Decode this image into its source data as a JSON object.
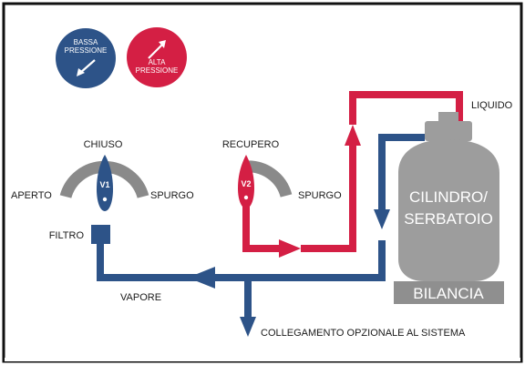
{
  "colors": {
    "blue": "#2d5388",
    "red": "#d41f44",
    "gray": "#9e9e9e",
    "gauge_gray": "#8a8a8a",
    "cylinder_gray": "#9d9d9d"
  },
  "badges": {
    "low_pressure": {
      "line1": "BASSA",
      "line2": "PRESSIONE",
      "icon": "gauge-needle-low-icon"
    },
    "high_pressure": {
      "line1": "ALTA",
      "line2": "PRESSIONE",
      "icon": "gauge-needle-high-icon"
    }
  },
  "valve1": {
    "label": "V1",
    "top": "CHIUSO",
    "left": "APERTO",
    "right": "SPURGO"
  },
  "valve2": {
    "label": "V2",
    "top": "RECUPERO",
    "right": "SPURGO"
  },
  "labels": {
    "filter": "FILTRO",
    "vapor": "VAPORE",
    "liquid": "LIQUIDO",
    "optional": "COLLEGAMENTO OPZIONALE AL SISTEMA"
  },
  "cylinder": {
    "line1": "CILINDRO/",
    "line2": "SERBATOIO"
  },
  "scale": {
    "label": "BILANCIA"
  }
}
